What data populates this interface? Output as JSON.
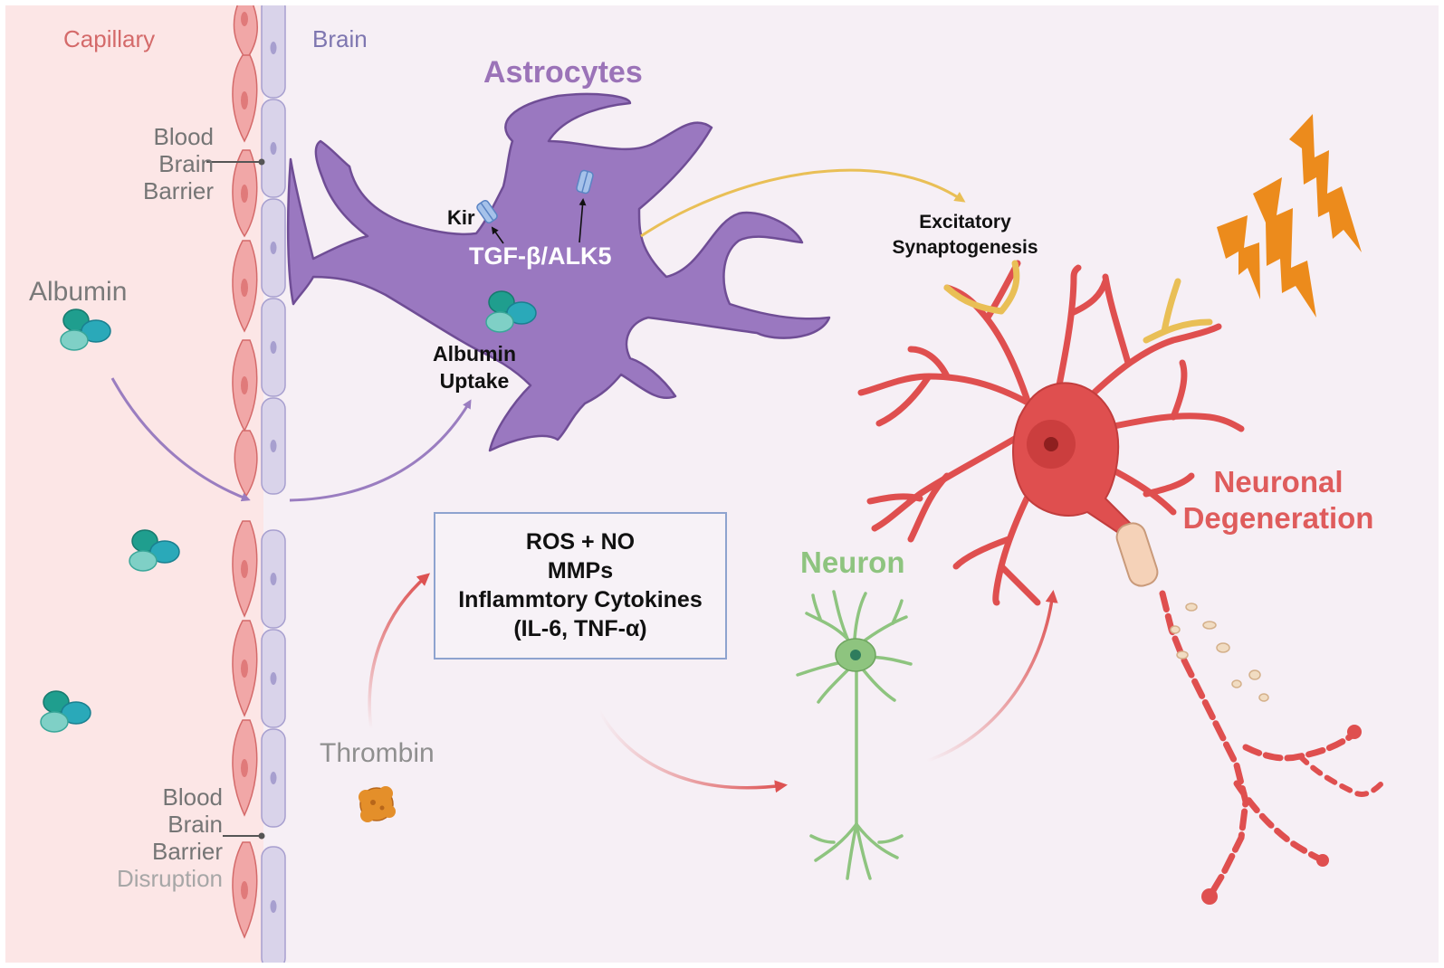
{
  "zones": {
    "capillary": "Capillary",
    "brain": "Brain"
  },
  "bbb_top": {
    "line1": "Blood",
    "line2": "Brain",
    "line3": "Barrier"
  },
  "bbb_bottom": {
    "line1": "Blood",
    "line2": "Brain",
    "line3": "Barrier",
    "line4": "Disruption"
  },
  "albumin_label": "Albumin",
  "thrombin_label": "Thrombin",
  "astrocyte": {
    "title": "Astrocytes",
    "kir_label": "Kir",
    "pathway_label": "TGF-β/ALK5",
    "uptake_line1": "Albumin",
    "uptake_line2": "Uptake"
  },
  "excitatory": {
    "line1": "Excitatory",
    "line2": "Synaptogenesis"
  },
  "mediators": {
    "line1": "ROS + NO",
    "line2": "MMPs",
    "line3": "Inflammtory Cytokines",
    "line4": "(IL-6, TNF-α)"
  },
  "neuron_label": "Neuron",
  "degeneration": {
    "line1": "Neuronal",
    "line2": "Degeneration"
  },
  "colors": {
    "capillary": "#d46a6a",
    "brain": "#7e76b0",
    "astrocyte": "#9a78c0",
    "albumin": "#25a6a0",
    "healthy_neuron": "#8ec47f",
    "degenerating_neuron": "#df4f4f",
    "lightning": "#ec8b1c",
    "mediator_box_border": "#8ea3cf"
  },
  "icons": [
    "albumin-icon",
    "thrombin-icon",
    "lightning-icon",
    "kir-channel-icon",
    "arrow-icon"
  ]
}
